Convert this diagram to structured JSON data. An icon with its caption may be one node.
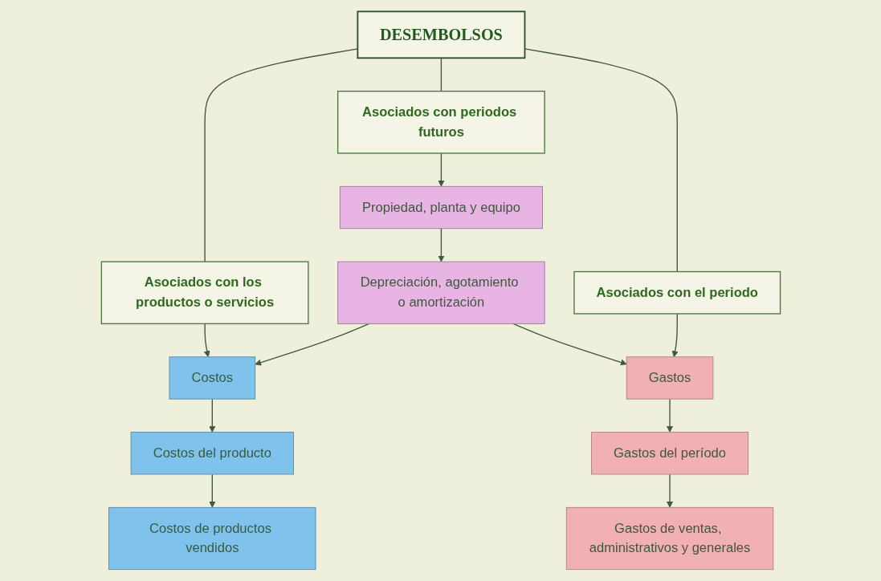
{
  "diagram": {
    "nodes": [
      {
        "text": [
          "DESEMBOLSOS"
        ]
      },
      {
        "text": [
          "Asociados con los productos o servicios"
        ]
      },
      {
        "text": [
          "Asociados con periodos futuros"
        ]
      },
      {
        "text": [
          "Asociados con el periodo"
        ]
      },
      {
        "text": [
          "Costos"
        ]
      },
      {
        "text": [
          "Propiedad, planta y equipo"
        ]
      },
      {
        "text": [
          "Gastos"
        ]
      },
      {
        "text": [
          "Costos del producto"
        ]
      },
      {
        "text": [
          "Depreciación, agotamiento o amortización"
        ]
      },
      {
        "text": [
          "Gastos del período"
        ]
      },
      {
        "text": [
          "Costos de productos vendidos"
        ]
      },
      {
        "text": [
          "Gastos de ventas, administrativos y generales"
        ]
      }
    ],
    "edges": [
      {
        "from": 0,
        "to": 1,
        "arrow": "none"
      },
      {
        "from": 0,
        "to": 2,
        "arrow": "none"
      },
      {
        "from": 0,
        "to": 3,
        "arrow": "none"
      },
      {
        "from": 1,
        "to": 4,
        "arrow": "to"
      },
      {
        "from": 2,
        "to": 5,
        "arrow": "to"
      },
      {
        "from": 3,
        "to": 6,
        "arrow": "to"
      },
      {
        "from": 5,
        "to": 8,
        "arrow": "to"
      },
      {
        "from": 8,
        "to": 4,
        "arrow": "to"
      },
      {
        "from": 8,
        "to": 6,
        "arrow": "to"
      },
      {
        "from": 4,
        "to": 7,
        "arrow": "to"
      },
      {
        "from": 7,
        "to": 10,
        "arrow": "to"
      },
      {
        "from": 6,
        "to": 9,
        "arrow": "to"
      },
      {
        "from": 9,
        "to": 11,
        "arrow": "to"
      }
    ]
  }
}
